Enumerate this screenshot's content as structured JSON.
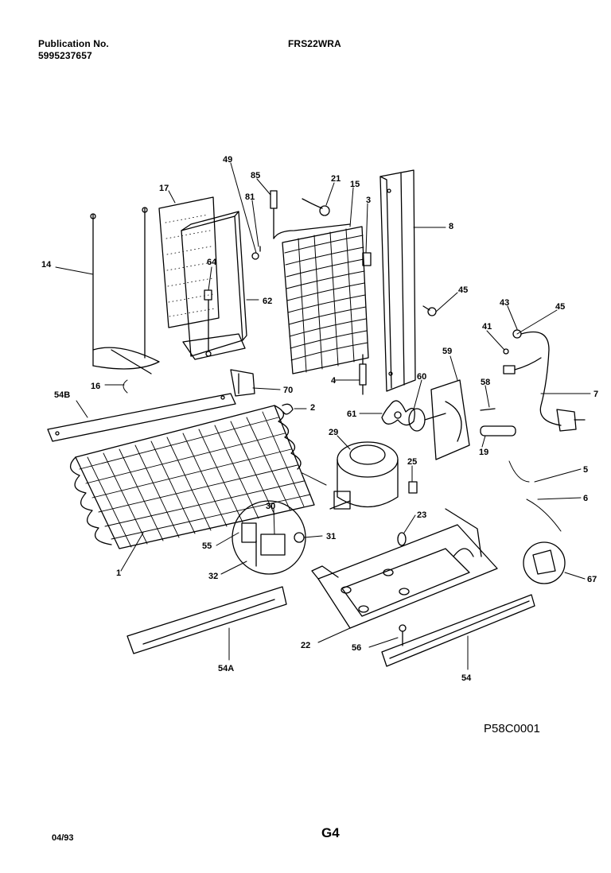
{
  "header": {
    "publication_label": "Publication No.",
    "publication_number": "5995237657",
    "model": "FRS22WRA"
  },
  "callouts": {
    "c49": "49",
    "c17": "17",
    "c85": "85",
    "c21": "21",
    "c15": "15",
    "c81": "81",
    "c3": "3",
    "c8": "8",
    "c14": "14",
    "c64": "64",
    "c62": "62",
    "c45a": "45",
    "c43": "43",
    "c45b": "45",
    "c41": "41",
    "c16": "16",
    "c4": "4",
    "c70": "70",
    "c59": "59",
    "c54b": "54B",
    "c2": "2",
    "c60": "60",
    "c58": "58",
    "c7": "7",
    "c61": "61",
    "c19": "19",
    "c29": "29",
    "c25": "25",
    "c5": "5",
    "c6": "6",
    "c30": "30",
    "c23": "23",
    "c31": "31",
    "c55": "55",
    "c1": "1",
    "c32": "32",
    "c67": "67",
    "c22": "22",
    "c56": "56",
    "c54a": "54A",
    "c54": "54"
  },
  "footer": {
    "drawing_code": "P58C0001",
    "date": "04/93",
    "page_code": "G4"
  }
}
